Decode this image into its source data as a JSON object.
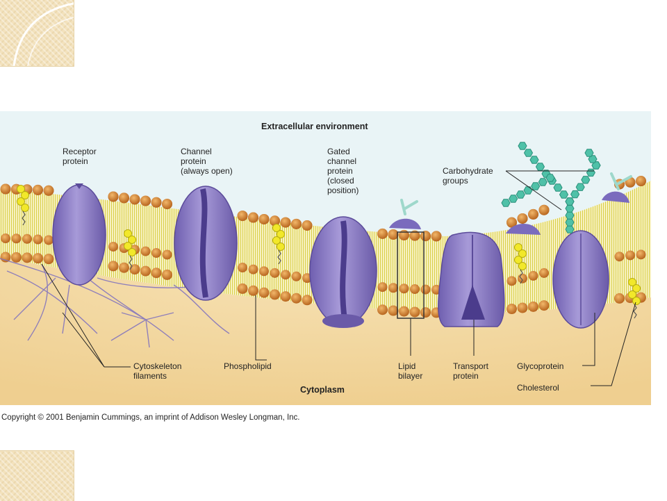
{
  "labels": {
    "extracellular": "Extracellular environment",
    "receptor": "Receptor\nprotein",
    "channel": "Channel\nprotein\n(always open)",
    "gated": "Gated\nchannel\nprotein\n(closed\nposition)",
    "carbohydrate": "Carbohydrate\ngroups",
    "cytoskeleton": "Cytoskeleton\nfilaments",
    "phospholipid": "Phospholipid",
    "cytoplasm": "Cytoplasm",
    "lipid_bilayer": "Lipid\nbilayer",
    "transport": "Transport\nprotein",
    "glycoprotein": "Glycoprotein",
    "cholesterol": "Cholesterol"
  },
  "copyright": "Copyright © 2001 Benjamin Cummings, an imprint of Addison Wesley Longman, Inc.",
  "colors": {
    "extracellular_bg": "#e9f4f6",
    "cytoplasm_bg": "#f3d9a3",
    "phospholipid_head": "#d4883a",
    "lipid_tail": "#e8e06a",
    "protein": "#8a7cc4",
    "carbohydrate": "#4fc1a8",
    "cholesterol": "#f2e82a"
  }
}
